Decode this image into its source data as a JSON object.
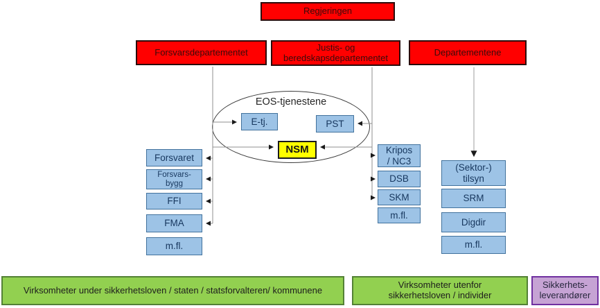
{
  "colors": {
    "red_fill": "#ff0000",
    "blue_fill": "#9dc3e6",
    "yellow_fill": "#ffff00",
    "green_fill": "#92d050",
    "purple_fill": "#c6a3d4",
    "purple_border": "#7030a0",
    "green_border": "#538135",
    "blue_border": "#41719c",
    "connector_gray": "#8f8f8f"
  },
  "top": {
    "regjeringen": "Regjeringen"
  },
  "departments": {
    "forsvar": "Forsvarsdepartementet",
    "justis_line1": "Justis- og",
    "justis_line2": "beredskapsdepartementet",
    "departementene": "Departementene"
  },
  "eos": {
    "title": "EOS-tjenestene",
    "etj": "E-tj.",
    "pst": "PST",
    "nsm": "NSM"
  },
  "left_column": {
    "forsvaret": "Forsvaret",
    "forsvarsbygg_line1": "Forsvars-",
    "forsvarsbygg_line2": "bygg",
    "ffi": "FFI",
    "fma": "FMA",
    "mfl": "m.fl."
  },
  "justis_column": {
    "kripos_line1": "Kripos",
    "kripos_line2": "/ NC3",
    "dsb": "DSB",
    "skm": "SKM",
    "mfl": "m.fl."
  },
  "sector_column": {
    "tilsyn_line1": "(Sektor-)",
    "tilsyn_line2": "tilsyn",
    "srm": "SRM",
    "digdir": "Digdir",
    "mfl": "m.fl."
  },
  "bottom": {
    "under": "Virksomheter under sikkerhetsloven / staten / statsforvalteren/ kommunene",
    "utenfor_line1": "Virksomheter utenfor",
    "utenfor_line2": "sikkerhetsloven / individer",
    "leverandorer_line1": "Sikkerhets-",
    "leverandorer_line2": "leverandører"
  }
}
